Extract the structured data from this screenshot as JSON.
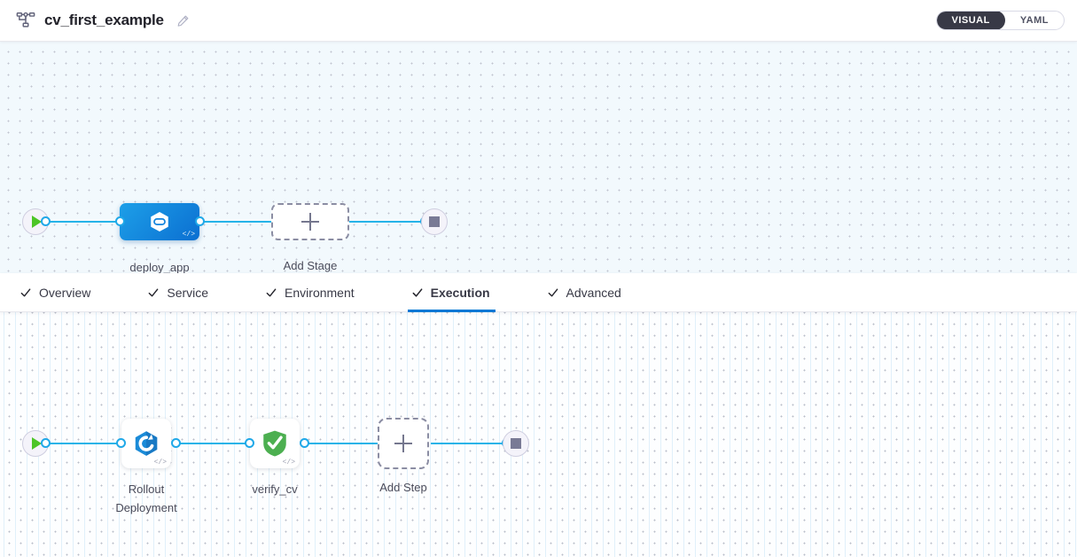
{
  "header": {
    "pipeline_icon": "pipeline-flow-icon",
    "title": "cv_first_example",
    "edit_icon": "pencil-edit-icon",
    "mode_toggle": {
      "options": [
        {
          "label": "VISUAL",
          "active": true
        },
        {
          "label": "YAML",
          "active": false
        }
      ]
    }
  },
  "tabs": [
    {
      "label": "Overview",
      "checked": true,
      "active": false
    },
    {
      "label": "Service",
      "checked": true,
      "active": false
    },
    {
      "label": "Environment",
      "checked": true,
      "active": false
    },
    {
      "label": "Execution",
      "checked": true,
      "active": true
    },
    {
      "label": "Advanced",
      "checked": true,
      "active": false
    }
  ],
  "stage_canvas": {
    "start_node": {
      "name": "pipeline-start-node",
      "icon": "play-icon"
    },
    "end_node": {
      "name": "pipeline-end-node",
      "icon": "stop-square-icon"
    },
    "nodes": [
      {
        "id": "deploy_app",
        "label": "deploy_app",
        "icon": "harness-deployment-hex-icon",
        "type": "stage",
        "selected": true,
        "code_badge": "</>"
      }
    ],
    "add_placeholder": {
      "label": "Add Stage",
      "icon": "plus-icon"
    }
  },
  "step_canvas": {
    "start_node": {
      "name": "execution-start-node",
      "icon": "play-icon"
    },
    "end_node": {
      "name": "execution-end-node",
      "icon": "stop-square-icon"
    },
    "nodes": [
      {
        "id": "rollout_deployment",
        "label": "Rollout\nDeployment",
        "icon": "k8s-rollout-deployment-icon",
        "type": "step",
        "code_badge": "</>"
      },
      {
        "id": "verify_cv",
        "label": "verify_cv",
        "icon": "green-shield-check-icon",
        "type": "step",
        "code_badge": "</>"
      }
    ],
    "add_placeholder": {
      "label": "Add Step",
      "icon": "plus-icon"
    }
  },
  "colors": {
    "accent_blue": "#0278d5",
    "edge_blue": "#25b3e8",
    "stage_gradient_from": "#1d9fe8",
    "stage_gradient_to": "#0b6fd1",
    "shield_green": "#4caf50",
    "play_green": "#4dc527",
    "toggle_dark": "#383946",
    "stage_canvas_bg": "#f2f9fd",
    "step_canvas_bg": "#fdfeff"
  }
}
